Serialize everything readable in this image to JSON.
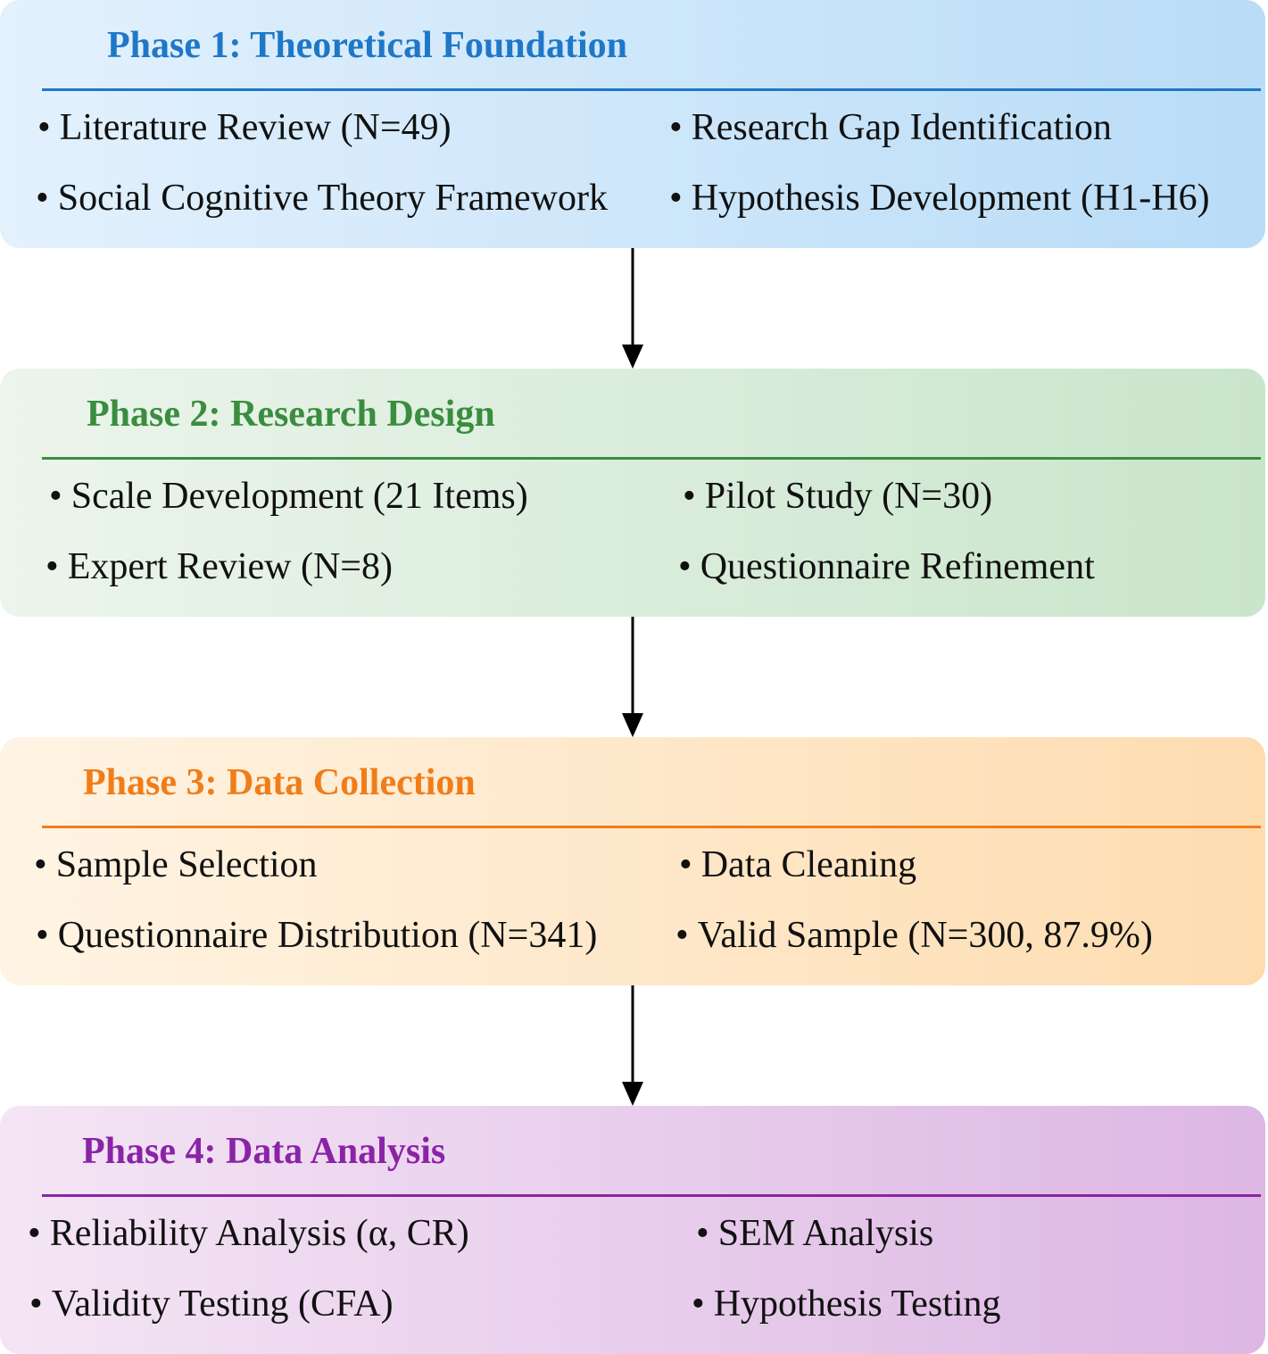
{
  "phases": [
    {
      "title": "Phase 1: Theoretical Foundation",
      "color": "#1f77c7",
      "items": [
        "Literature Review (N=49)",
        "Research Gap Identification",
        "Social Cognitive Theory Framework",
        "Hypothesis Development (H1-H6)"
      ]
    },
    {
      "title": "Phase 2: Research Design",
      "color": "#3a8d3e",
      "items": [
        "Scale Development (21 Items)",
        "Pilot Study (N=30)",
        "Expert Review (N=8)",
        "Questionnaire Refinement"
      ]
    },
    {
      "title": "Phase 3: Data Collection",
      "color": "#f07d1a",
      "items": [
        "Sample Selection",
        "Data Cleaning",
        "Questionnaire Distribution (N=341)",
        "Valid Sample (N=300, 87.9%)"
      ]
    },
    {
      "title": "Phase 4: Data Analysis",
      "color": "#8a23a6",
      "items": [
        "Reliability Analysis (α, CR)",
        "SEM Analysis",
        "Validity Testing (CFA)",
        "Hypothesis Testing"
      ]
    }
  ],
  "bullet_char": "•",
  "arrow_icon": "arrow-down-icon"
}
